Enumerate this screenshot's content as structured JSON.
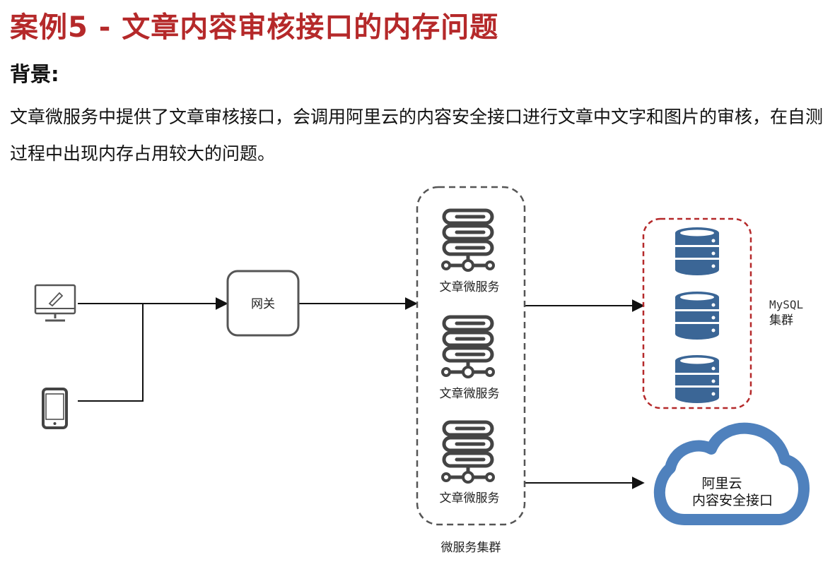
{
  "header": {
    "title": "案例5 - 文章内容审核接口的内存问题",
    "subtitle": "背景:",
    "description": "文章微服务中提供了文章审核接口，会调用阿里云的内容安全接口进行文章中文字和图片的审核，在自测过程中出现内存占用较大的问题。"
  },
  "diagram": {
    "gateway_label": "网关",
    "service_label": "文章微服务",
    "cluster_label": "微服务集群",
    "mysql_label_line1": "MySQL",
    "mysql_label_line2": "集群",
    "cloud_label_line1": "阿里云",
    "cloud_label_line2": "内容安全接口",
    "icons": [
      "desktop-icon",
      "phone-icon",
      "server-icon",
      "database-icon",
      "cloud-icon"
    ],
    "colors": {
      "title": "#b5292a",
      "database": "#3b6696",
      "cloud": "#4f81bd",
      "mysql_border": "#b5292a",
      "cluster_border": "#555555",
      "icon_gray": "#444444"
    }
  }
}
